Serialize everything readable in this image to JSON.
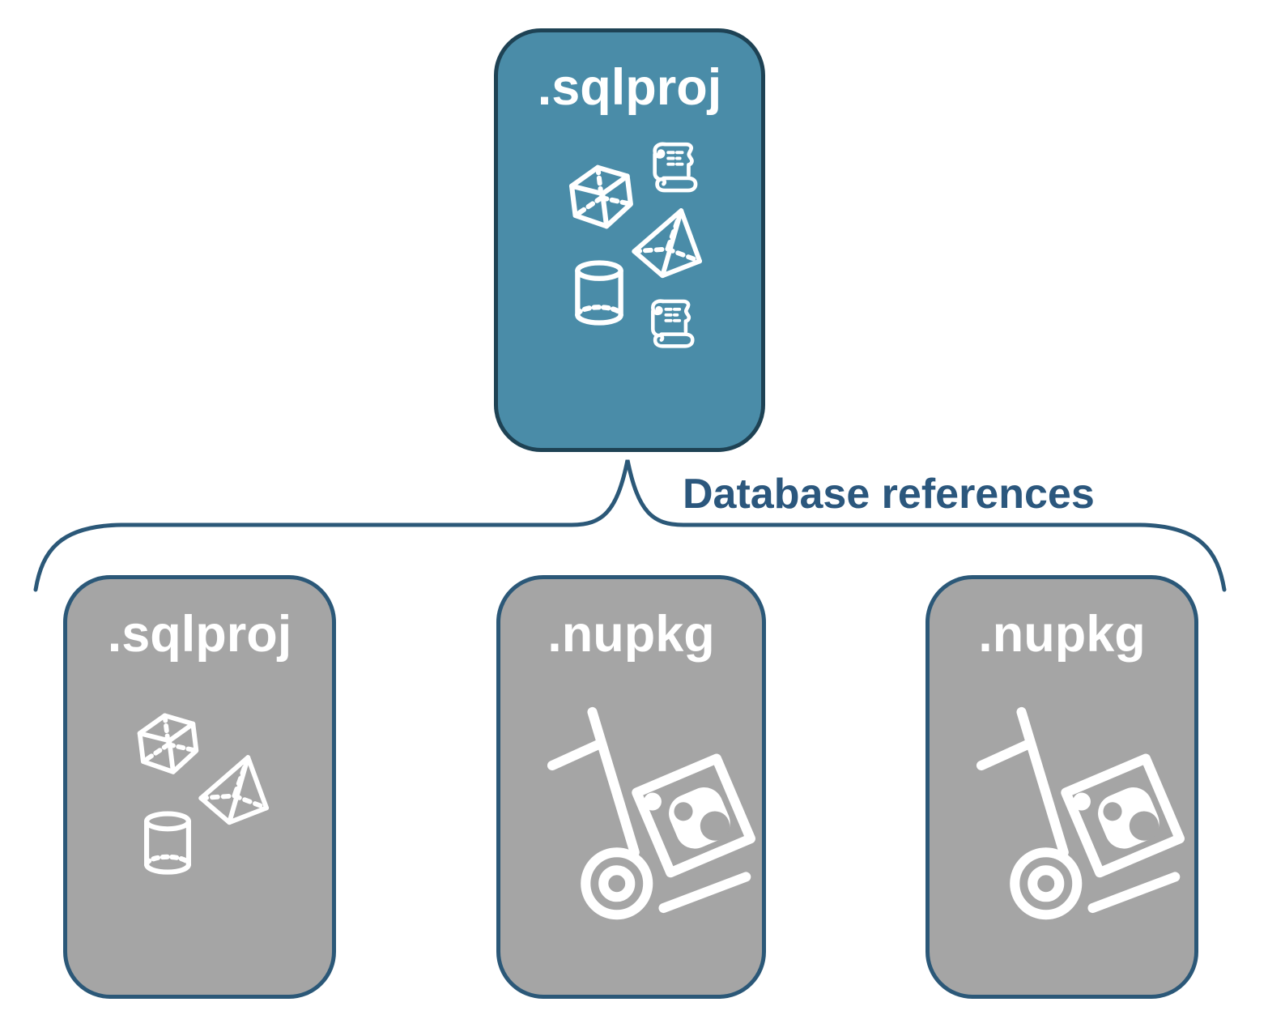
{
  "root_node": {
    "label": ".sqlproj",
    "icons": [
      "script-scroll-icon",
      "cube-icon",
      "pyramid-icon",
      "cylinder-icon",
      "script-scroll-icon"
    ]
  },
  "connector": {
    "label": "Database references"
  },
  "child_nodes": [
    {
      "label": ".sqlproj",
      "icons": [
        "cube-icon",
        "pyramid-icon",
        "cylinder-icon"
      ]
    },
    {
      "label": ".nupkg",
      "icons": [
        "hand-truck-package-icon"
      ]
    },
    {
      "label": ".nupkg",
      "icons": [
        "hand-truck-package-icon"
      ]
    }
  ],
  "colors": {
    "root_fill": "#4A8CA8",
    "root_border": "#1E4254",
    "child_fill": "#A5A5A5",
    "child_border": "#2B5878",
    "node_label_text": "#FFFFFF",
    "connector_stroke": "#2B5878",
    "connector_label_text": "#2B577D",
    "background": "#FFFFFF"
  }
}
